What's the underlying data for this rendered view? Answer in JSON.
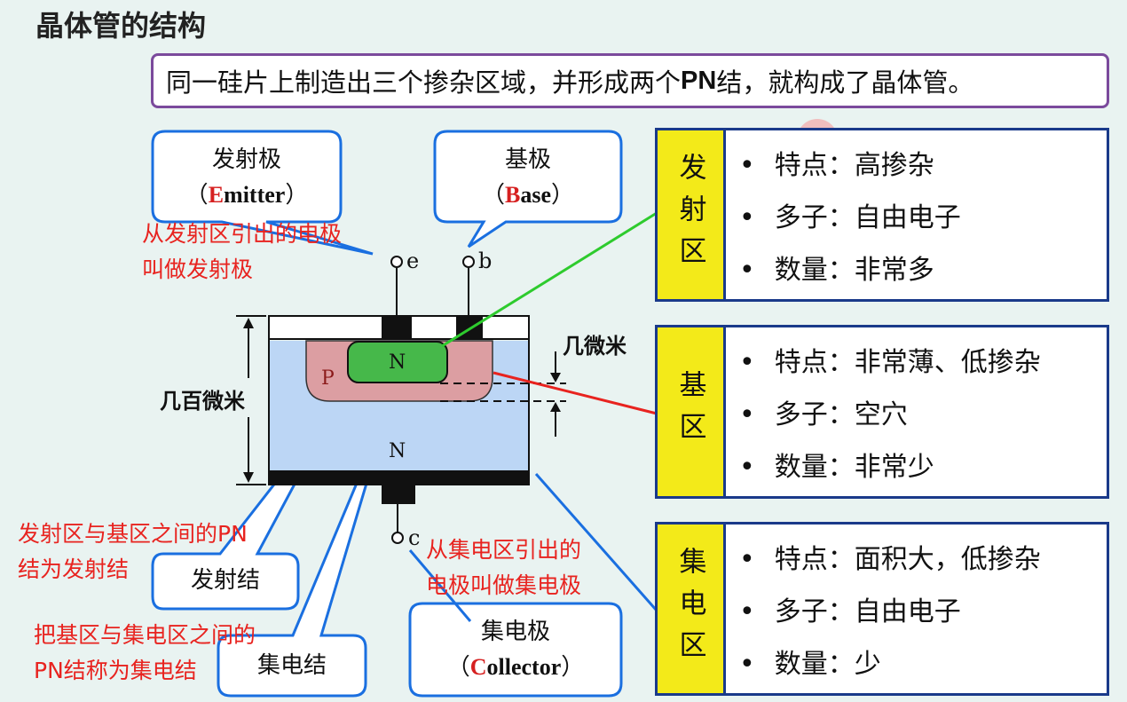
{
  "title": "晶体管的结构",
  "banner": {
    "before": "同一硅片上制造出三个掺杂区域，并形成两个",
    "pn": "PN",
    "after": "结，就构成了晶体管。"
  },
  "callouts": {
    "emitter": {
      "cn": "发射极",
      "hl": "E",
      "rest": "mitter"
    },
    "base": {
      "cn": "基极",
      "hl": "B",
      "rest": "ase"
    },
    "emitter_junction": "发射结",
    "collector_junction": "集电结",
    "collector": {
      "cn": "集电极",
      "hl": "C",
      "rest": "ollector"
    }
  },
  "notes": {
    "emitter_note_1": "从发射区引出的电极",
    "emitter_note_2": "叫做发射极",
    "ej_note_1": "发射区与基区之间的PN",
    "ej_note_2": "结为发射结",
    "cj_note_1": "把基区与集电区之间的",
    "cj_note_2": "PN结称为集电结",
    "collector_note_1": "从集电区引出的",
    "collector_note_2": "电极叫做集电极"
  },
  "labels": {
    "e": "e",
    "b": "b",
    "c": "c",
    "n_emitter": "N",
    "p_base": "P",
    "n_collector": "N",
    "few_um": "几微米",
    "hundreds_um": "几百微米"
  },
  "regions": [
    {
      "name": "发射区",
      "items": [
        "特点：高掺杂",
        "多子：自由电子",
        "数量：非常多"
      ]
    },
    {
      "name": "基区",
      "items": [
        "特点：非常薄、低掺杂",
        "多子：空穴",
        "数量：非常少"
      ]
    },
    {
      "name": "集电区",
      "items": [
        "特点：面积大，低掺杂",
        "多子：自由电子",
        "数量：少"
      ]
    }
  ],
  "colors": {
    "collector_fill": "#bcd6f5",
    "base_fill": "#dc9ea2",
    "emitter_fill": "#46b84a",
    "region_header": "#f3ea19",
    "note_red": "#e8231f",
    "banner_border": "#7b4a9c",
    "callout_border": "#1a6fe0"
  }
}
